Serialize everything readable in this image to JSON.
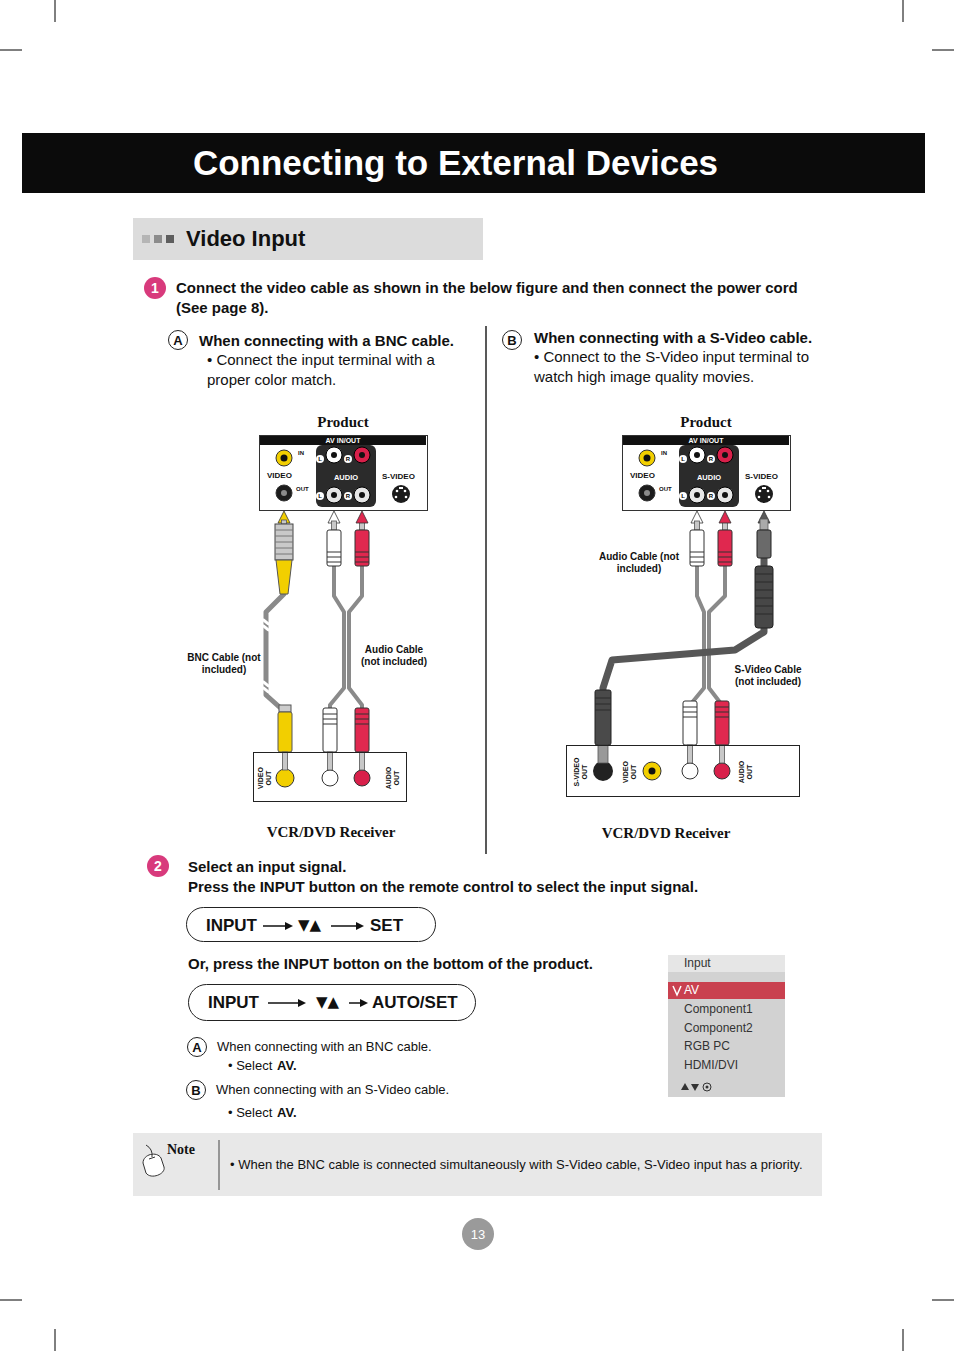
{
  "diagram": {
    "title": "Connecting to External Devices",
    "nodes": [
      {
        "text": [
          "Video Input"
        ]
      },
      {
        "text": [
          "1"
        ]
      },
      {
        "text": [
          "A"
        ]
      },
      {
        "text": [
          "B"
        ]
      },
      {
        "text": [
          "Product",
          "AV IN/OUT",
          "IN",
          "VIDEO",
          "OUT",
          "AUDIO",
          "L",
          "R",
          "L",
          "R",
          "S-VIDEO"
        ]
      },
      {
        "text": [
          "Product",
          "AV IN/OUT",
          "IN",
          "VIDEO",
          "OUT",
          "AUDIO",
          "L",
          "R",
          "L",
          "R",
          "S-VIDEO"
        ]
      },
      {
        "text": [
          "VIDEO OUT",
          "AUDIO OUT",
          "VCR/DVD Receiver"
        ]
      },
      {
        "text": [
          "S-VIDEO OUT",
          "VIDEO OUT",
          "AUDIO OUT",
          "VCR/DVD Receiver"
        ]
      },
      {
        "text": [
          "2"
        ]
      },
      {
        "text": [
          "INPUT",
          "▼▲",
          "SET"
        ]
      },
      {
        "text": [
          "Input",
          "AV",
          "Component1",
          "Component2",
          "RGB PC",
          "HDMI/DVI"
        ]
      },
      {
        "text": [
          "INPUT",
          "▼▲",
          "AUTO/SET"
        ]
      },
      {
        "text": [
          "A"
        ]
      },
      {
        "text": [
          "B"
        ]
      },
      {
        "text": [
          "Note",
          "• When the BNC cable is connected simultaneously with S-Video cable, S-Video input has a priority."
        ]
      },
      {
        "text": [
          "13"
        ]
      }
    ],
    "edges": [
      {
        "from": 6,
        "to": 4,
        "arrow": "to",
        "label": "BNC Cable (not included)"
      },
      {
        "from": 6,
        "to": 4,
        "arrow": "to",
        "label": "Audio Cable (not included)"
      },
      {
        "from": 7,
        "to": 5,
        "arrow": "to",
        "label": "Audio Cable (not included)"
      },
      {
        "from": 7,
        "to": 5,
        "arrow": "to",
        "label": "S-Video Cable (not included)"
      }
    ],
    "labels": [
      "Connect the video cable as shown in the below figure and then connect the power cord (See page 8).",
      "When connecting with a BNC cable.",
      "• Connect the input terminal with a proper color match.",
      "When connecting with a S-Video cable.",
      "• Connect to the S-Video input terminal to watch high image quality movies.",
      "Select an input signal.",
      "Press the INPUT button on the remote control to select the input signal.",
      "Or, press the INPUT botton on the bottom of the product.",
      "When connecting with an BNC cable.",
      "• Select",
      "AV.",
      "When connecting with an S-Video cable.",
      "• Select",
      "AV."
    ]
  }
}
